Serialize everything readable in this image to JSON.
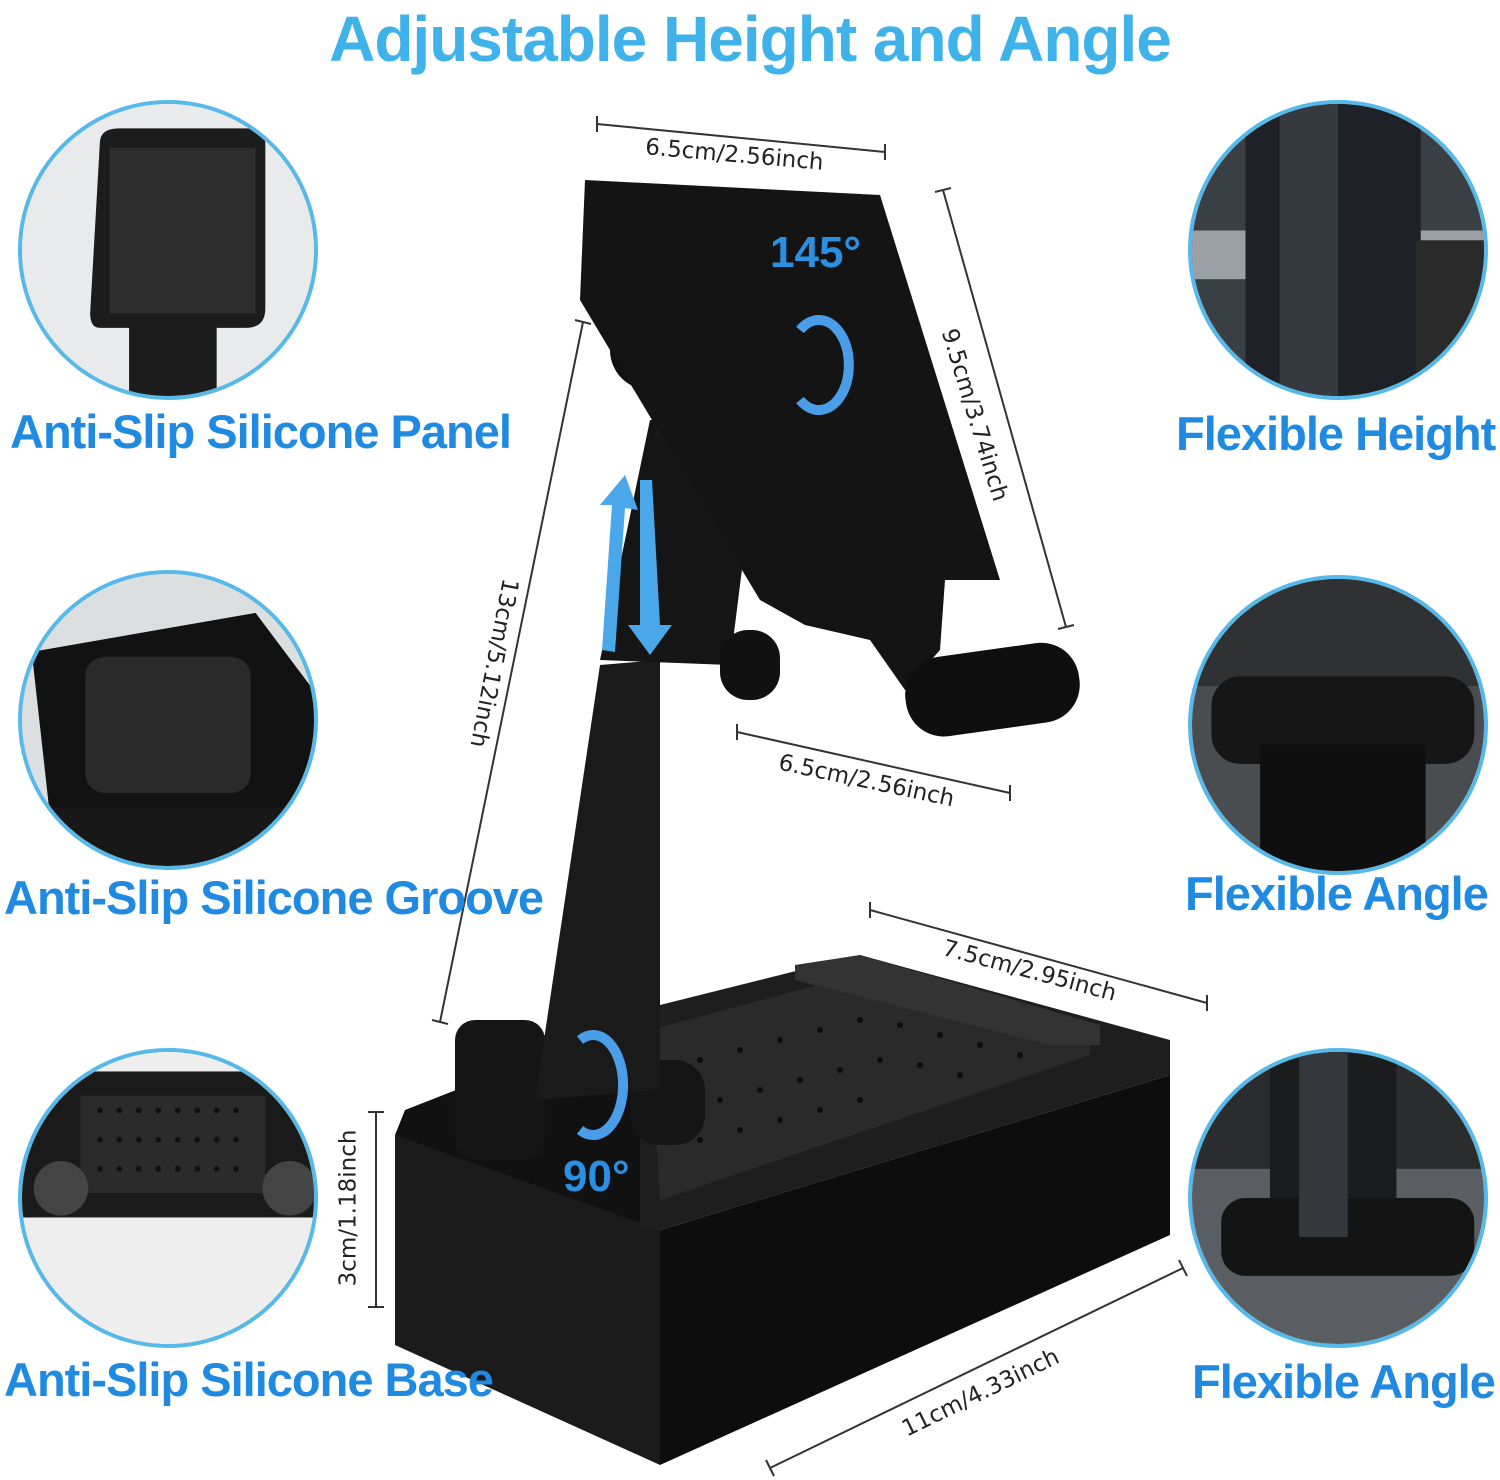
{
  "title": "Adjustable Height and Angle",
  "features_left": [
    {
      "label": "Anti-Slip Silicone Panel"
    },
    {
      "label": "Anti-Slip Silicone Groove"
    },
    {
      "label": "Anti-Slip Silicone Base"
    }
  ],
  "features_right": [
    {
      "label": "Flexible Height"
    },
    {
      "label": "Flexible Angle"
    },
    {
      "label": "Flexible Angle"
    }
  ],
  "dimensions": {
    "panel_width": "6.5cm/2.56inch",
    "panel_height": "9.5cm/3.74inch",
    "pole_height": "13cm/5.12inch",
    "holder_width": "6.5cm/2.56inch",
    "base_width": "7.5cm/2.95inch",
    "base_height": "3cm/1.18inch",
    "base_length": "11cm/4.33inch"
  },
  "angles": {
    "top": "145°",
    "bottom": "90°"
  },
  "colors": {
    "accent": "#3fb2ea",
    "label": "#1f8ae0",
    "circle_border": "#56b9ea"
  }
}
